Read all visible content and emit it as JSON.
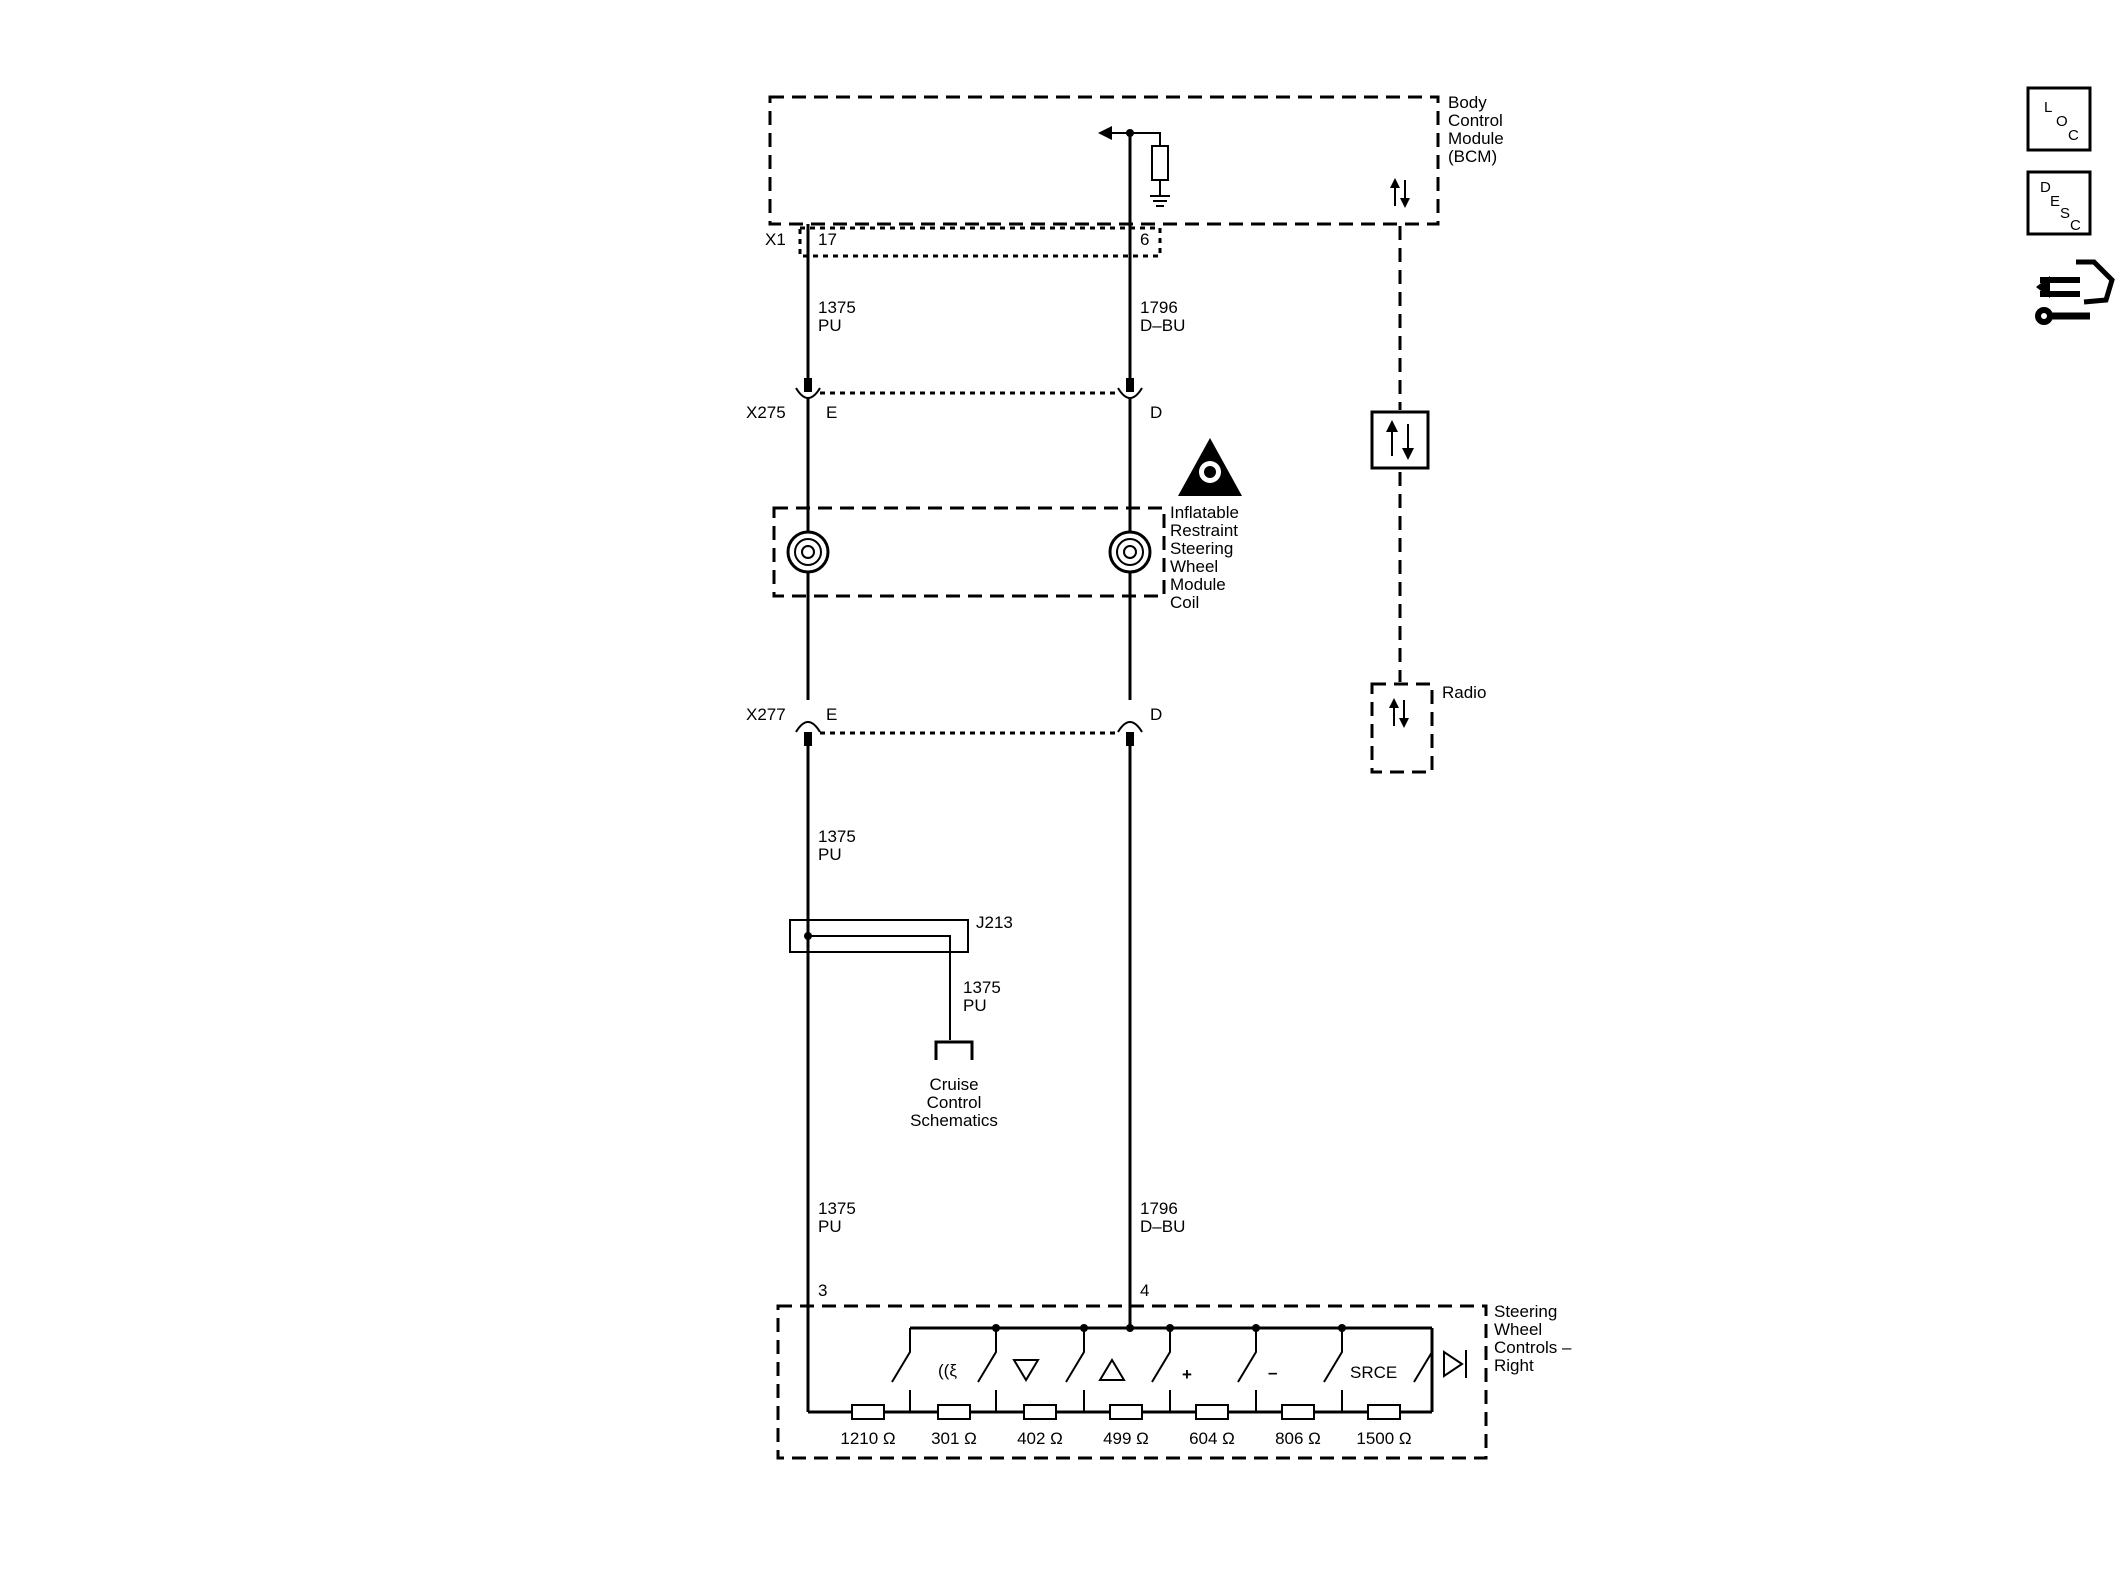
{
  "modules": {
    "bcm": [
      "Body",
      "Control",
      "Module",
      "(BCM)"
    ],
    "coil": [
      "Inflatable",
      "Restraint",
      "Steering",
      "Wheel",
      "Module",
      "Coil"
    ],
    "radio": "Radio",
    "swc": [
      "Steering",
      "Wheel",
      "Controls –",
      "Right"
    ],
    "cruise": [
      "Cruise",
      "Control",
      "Schematics"
    ]
  },
  "connectors": {
    "x1": "X1",
    "x1_pin_a": "17",
    "x1_pin_b": "6",
    "x275": "X275",
    "x275_pin_a": "E",
    "x275_pin_b": "D",
    "x277": "X277",
    "x277_pin_a": "E",
    "x277_pin_b": "D",
    "swc_pin_a": "3",
    "swc_pin_b": "4"
  },
  "wires": {
    "circuit_a": "1375",
    "circuit_a_color": "PU",
    "circuit_b": "1796",
    "circuit_b_color": "D–BU"
  },
  "splice": "J213",
  "switches": {
    "srce": "SRCE",
    "plus": "+",
    "minus": "–"
  },
  "resistors": [
    "1210",
    "301",
    "402",
    "499",
    "604",
    "806",
    "1500"
  ],
  "ohm_symbol": "Ω",
  "side_icons": {
    "loc": [
      "L",
      "O",
      "C"
    ],
    "desc": [
      "D",
      "E",
      "S",
      "C"
    ],
    "icons": [
      "loc-icon",
      "desc-icon",
      "connector-tool-icon"
    ]
  }
}
